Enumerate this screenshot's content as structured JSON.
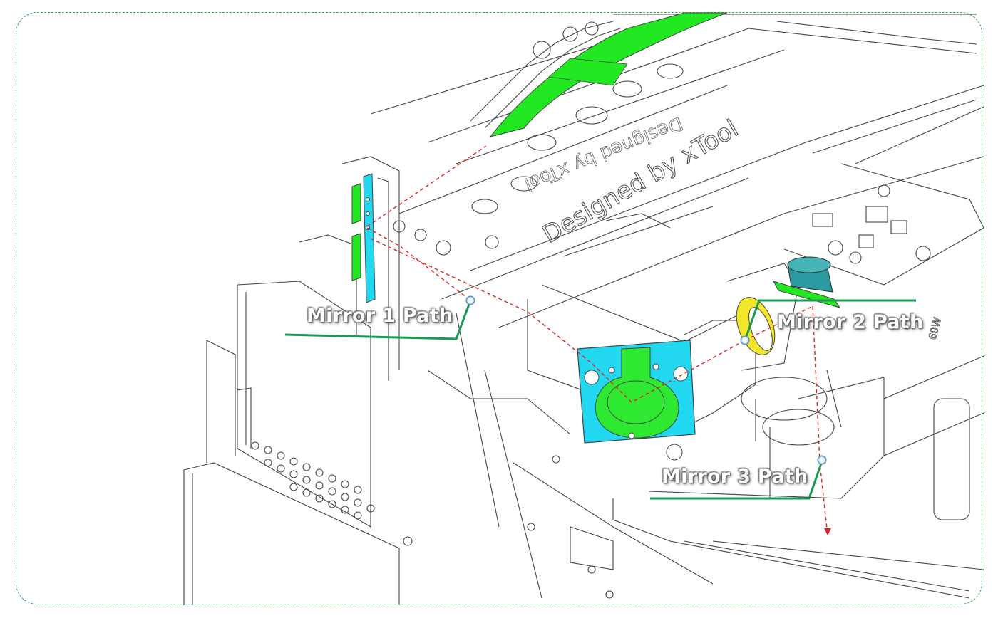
{
  "figure": {
    "engraving_text": "Designed by xTool",
    "engraving_text_mirrored": "Designed by xTool",
    "power_label": "60W",
    "callouts": [
      {
        "id": "mirror-1",
        "text": "Mirror 1 Path"
      },
      {
        "id": "mirror-2",
        "text": "Mirror 2 Path"
      },
      {
        "id": "mirror-3",
        "text": "Mirror 3 Path"
      }
    ]
  },
  "colors": {
    "frame_border": "#3aa84a",
    "leader_line": "#1a9a50",
    "beam_path": "#e02020",
    "mirror_mount_cyan": "#22d8f0",
    "tube_green": "#22e822",
    "lens_yellow": "#f2e62a",
    "knob_teal": "#2a9aa0",
    "outline": "#444444"
  }
}
